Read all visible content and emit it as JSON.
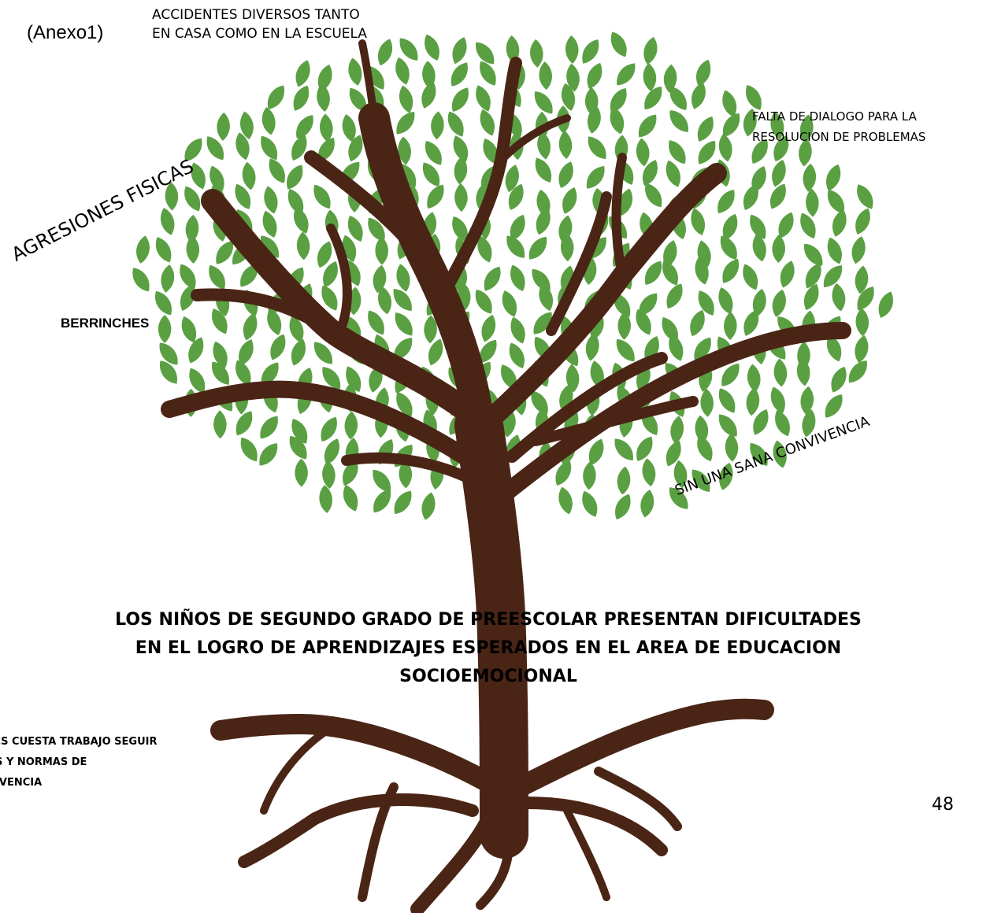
{
  "annex_label": "(Anexo1)",
  "labels": {
    "accidentes_line1": "ACCIDENTES DIVERSOS TANTO",
    "accidentes_line2": "EN CASA COMO EN LA ESCUELA",
    "dialogo_line1": "FALTA DE DIALOGO PARA LA",
    "dialogo_line2": "RESOLUCION DE PROBLEMAS",
    "agresiones": "AGRESIONES FISICAS",
    "berrinches": "BERRINCHES",
    "convivencia": "SIN UNA SANA CONVIVENCIA",
    "normas_line1": "LES CUESTA TRABAJO SEGUIR",
    "normas_line2": "AS Y NORMAS DE",
    "normas_line3": "VIVENCIA"
  },
  "central_problem": {
    "line1": "LOS NIÑOS DE SEGUNDO GRADO DE PREESCOLAR PRESENTAN DIFICULTADES",
    "line2": "EN EL LOGRO DE APRENDIZAJES ESPERADOS EN EL AREA DE EDUCACION",
    "line3": "SOCIOEMOCIONAL"
  },
  "page_number": "48",
  "colors": {
    "leaf": "#5aa043",
    "trunk": "#4a2516",
    "text": "#000000"
  }
}
